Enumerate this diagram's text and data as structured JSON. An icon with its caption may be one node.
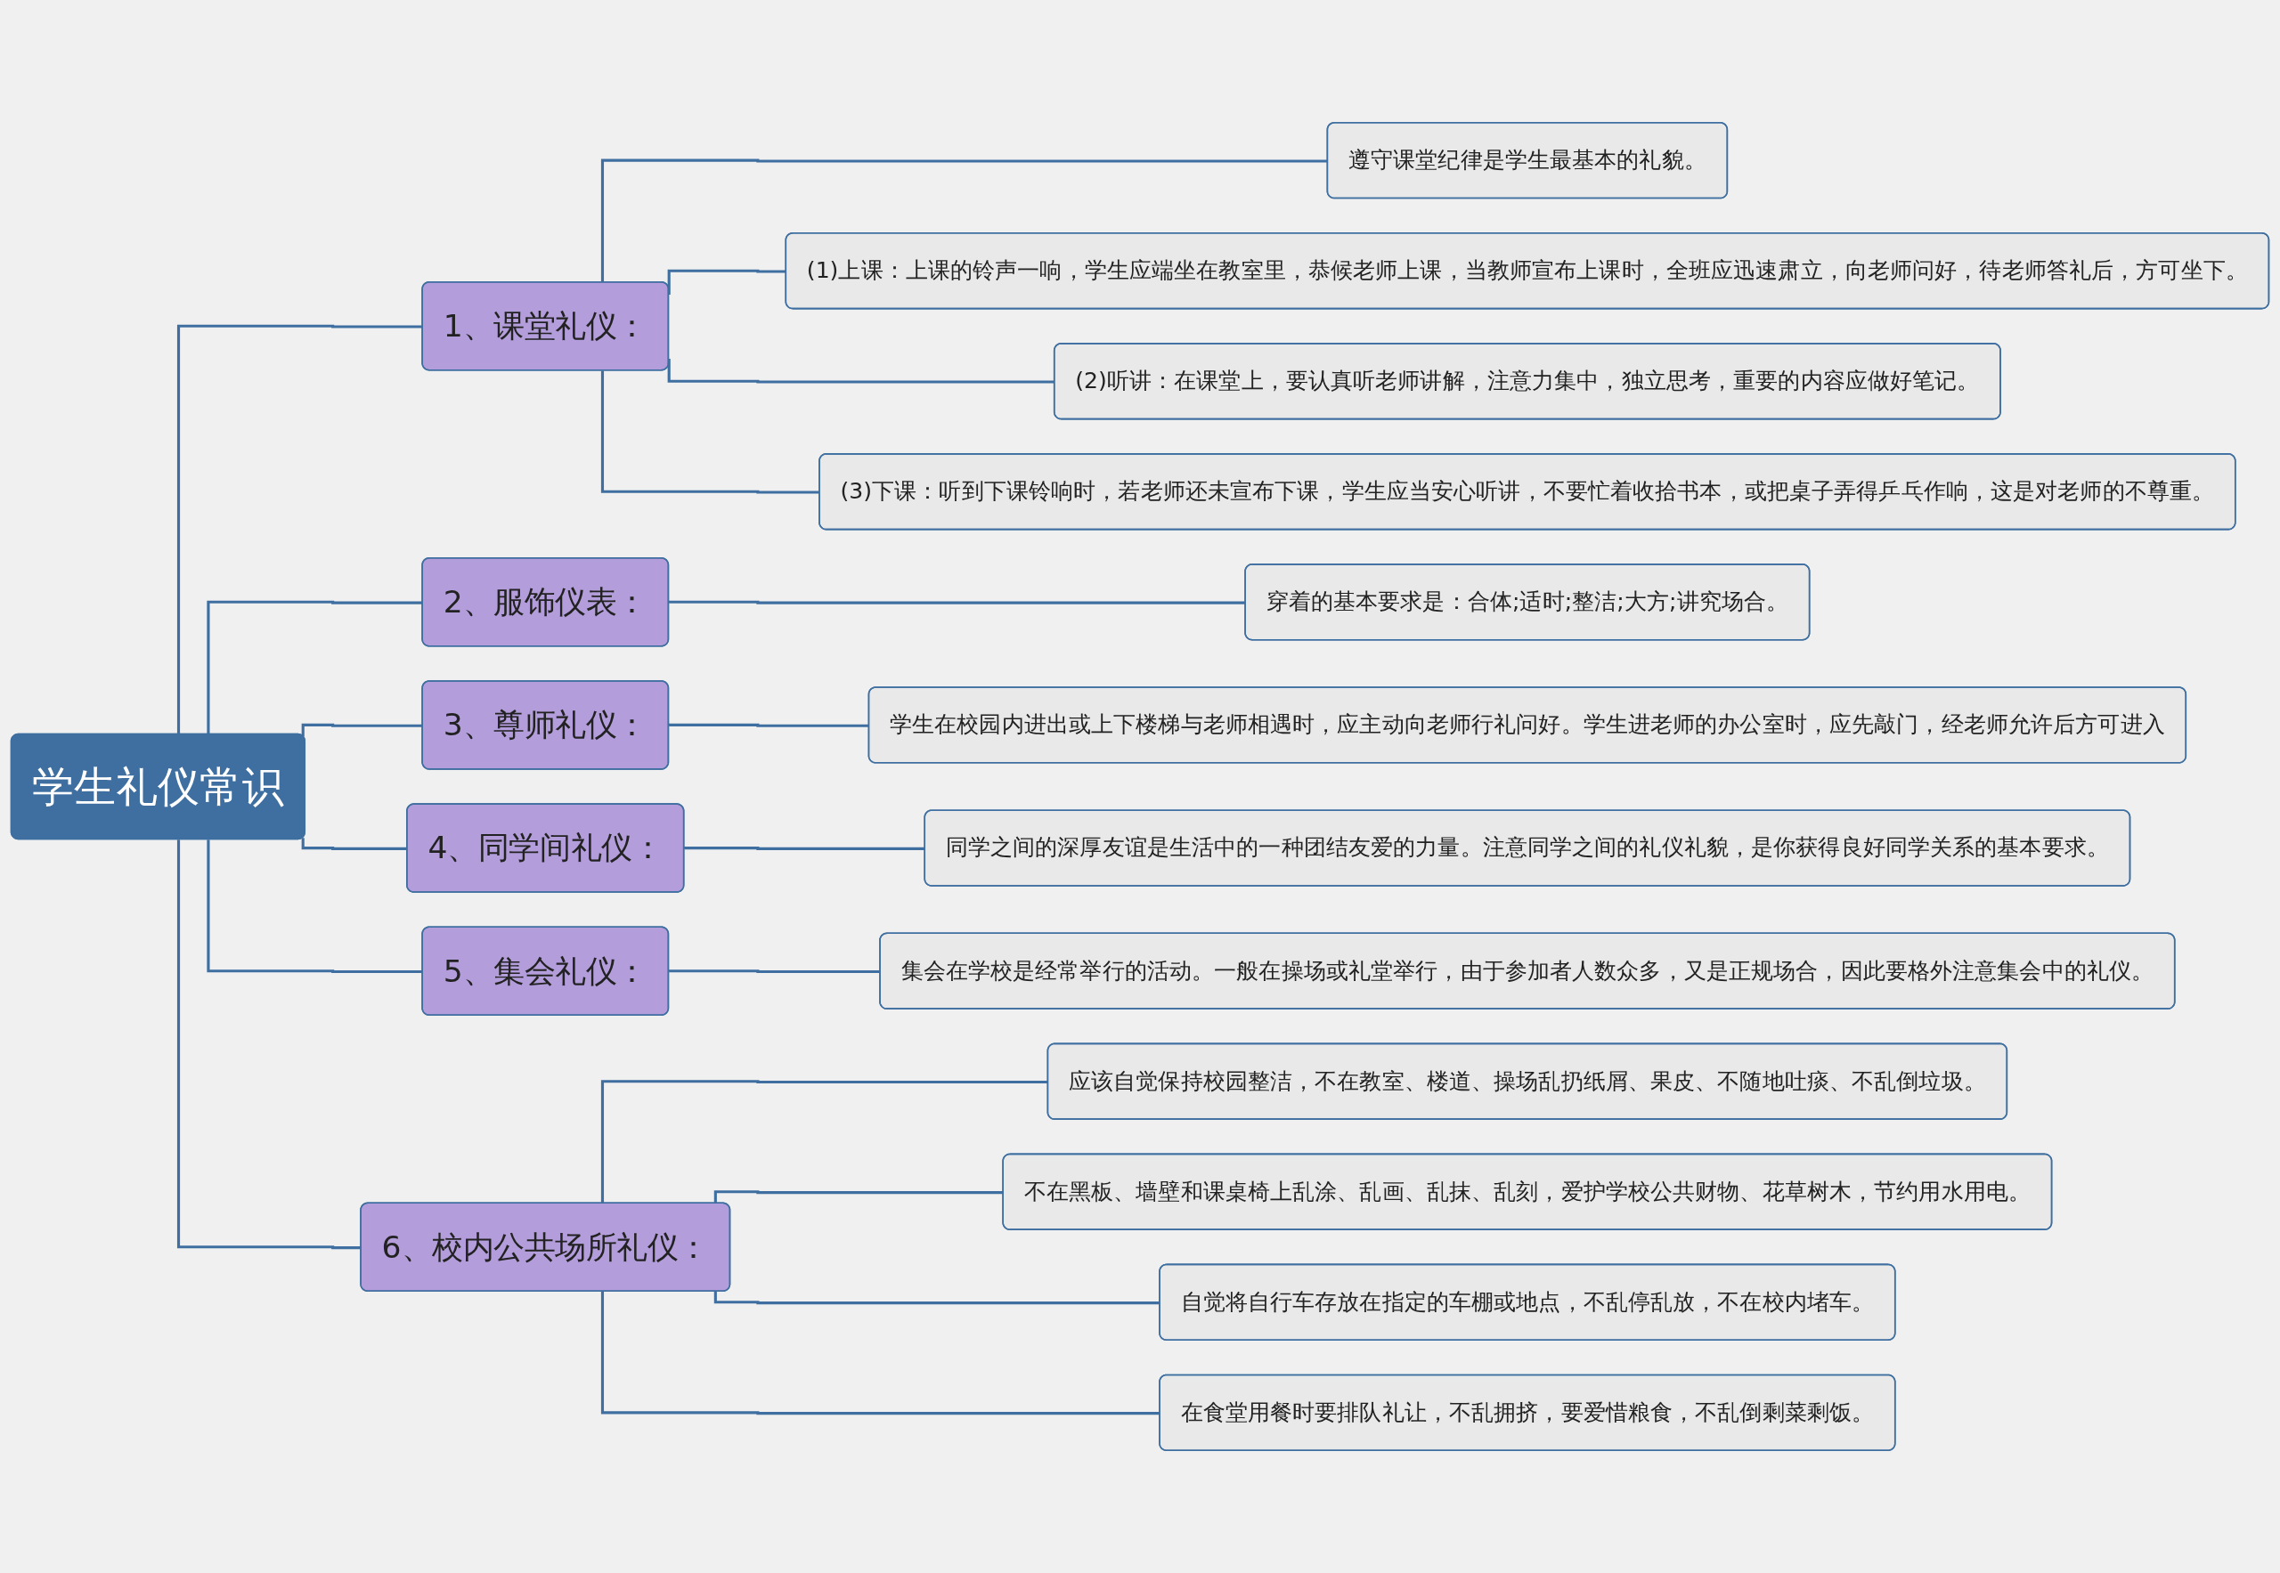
{
  "diagram": {
    "nodes": [
      {
        "text": [
          "学生礼仪常识"
        ]
      },
      {
        "text": [
          "1、课堂礼仪："
        ]
      },
      {
        "text": [
          "遵守课堂纪律是学生最基本的礼貌。"
        ]
      },
      {
        "text": [
          "(1)上课：上课的铃声一响，学生应端坐在教室里，恭候老师上课，当教师宣布上课时，全班应迅速肃立，向老师问好，待老师答礼后，方可坐下。"
        ]
      },
      {
        "text": [
          "(2)听讲：在课堂上，要认真听老师讲解，注意力集中，独立思考，重要的内容应做好笔记。"
        ]
      },
      {
        "text": [
          "(3)下课：听到下课铃响时，若老师还未宣布下课，学生应当安心听讲，不要忙着收拾书本，或把桌子弄得乒乓作响，这是对老师的不尊重。"
        ]
      },
      {
        "text": [
          "2、服饰仪表："
        ]
      },
      {
        "text": [
          "穿着的基本要求是：合体;适时;整洁;大方;讲究场合。"
        ]
      },
      {
        "text": [
          "3、尊师礼仪："
        ]
      },
      {
        "text": [
          "学生在校园内进出或上下楼梯与老师相遇时，应主动向老师行礼问好。学生进老师的办公室时，应先敲门，经老师允许后方可进入"
        ]
      },
      {
        "text": [
          "4、同学间礼仪："
        ]
      },
      {
        "text": [
          "同学之间的深厚友谊是生活中的一种团结友爱的力量。注意同学之间的礼仪礼貌，是你获得良好同学关系的基本要求。"
        ]
      },
      {
        "text": [
          "5、集会礼仪："
        ]
      },
      {
        "text": [
          "集会在学校是经常举行的活动。一般在操场或礼堂举行，由于参加者人数众多，又是正规场合，因此要格外注意集会中的礼仪。"
        ]
      },
      {
        "text": [
          "6、校内公共场所礼仪："
        ]
      },
      {
        "text": [
          "应该自觉保持校园整洁，不在教室、楼道、操场乱扔纸屑、果皮、不随地吐痰、不乱倒垃圾。"
        ]
      },
      {
        "text": [
          "不在黑板、墙壁和课桌椅上乱涂、乱画、乱抹、乱刻，爱护学校公共财物、花草树木，节约用水用电。"
        ]
      },
      {
        "text": [
          "自觉将自行车存放在指定的车棚或地点，不乱停乱放，不在校内堵车。"
        ]
      },
      {
        "text": [
          "在食堂用餐时要排队礼让，不乱拥挤，要爱惜粮食，不乱倒剩菜剩饭。"
        ]
      }
    ],
    "edges": [
      {
        "from": 0,
        "to": 1,
        "arrow": "none"
      },
      {
        "from": 1,
        "to": 2,
        "arrow": "none"
      },
      {
        "from": 1,
        "to": 3,
        "arrow": "none"
      },
      {
        "from": 1,
        "to": 4,
        "arrow": "none"
      },
      {
        "from": 1,
        "to": 5,
        "arrow": "none"
      },
      {
        "from": 0,
        "to": 6,
        "arrow": "none"
      },
      {
        "from": 6,
        "to": 7,
        "arrow": "none"
      },
      {
        "from": 0,
        "to": 8,
        "arrow": "none"
      },
      {
        "from": 8,
        "to": 9,
        "arrow": "none"
      },
      {
        "from": 0,
        "to": 10,
        "arrow": "none"
      },
      {
        "from": 10,
        "to": 11,
        "arrow": "none"
      },
      {
        "from": 0,
        "to": 12,
        "arrow": "none"
      },
      {
        "from": 12,
        "to": 13,
        "arrow": "none"
      },
      {
        "from": 0,
        "to": 14,
        "arrow": "none"
      },
      {
        "from": 14,
        "to": 15,
        "arrow": "none"
      },
      {
        "from": 14,
        "to": 16,
        "arrow": "none"
      },
      {
        "from": 14,
        "to": 17,
        "arrow": "none"
      },
      {
        "from": 14,
        "to": 18,
        "arrow": "none"
      }
    ]
  }
}
